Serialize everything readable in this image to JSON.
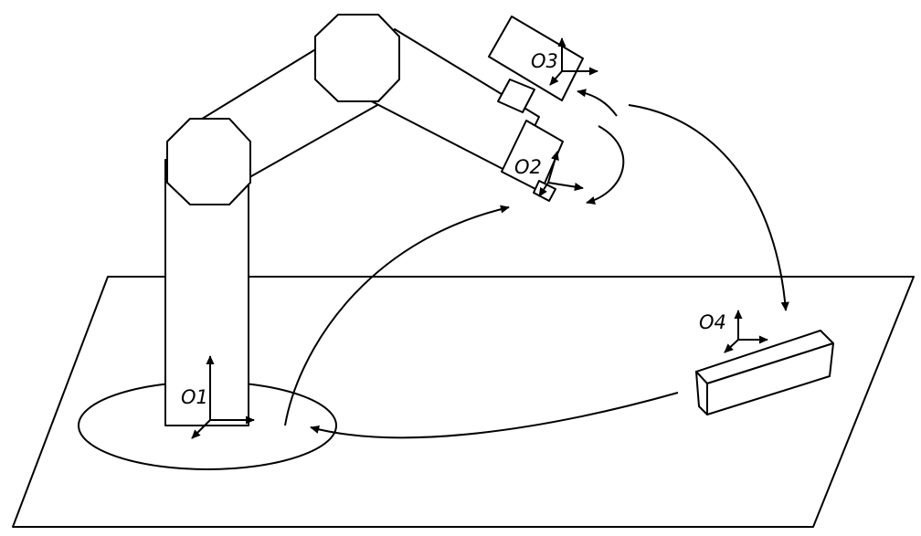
{
  "labels": {
    "o1": "O1",
    "o2": "O2",
    "o3": "O3",
    "o4": "O4"
  },
  "colors": {
    "stroke": "#000000",
    "background": "#ffffff"
  },
  "components": [
    "work-plane",
    "robot-base",
    "robot-arm",
    "camera",
    "gripper",
    "workpiece",
    "coordinate-frames",
    "transform-arrows"
  ]
}
